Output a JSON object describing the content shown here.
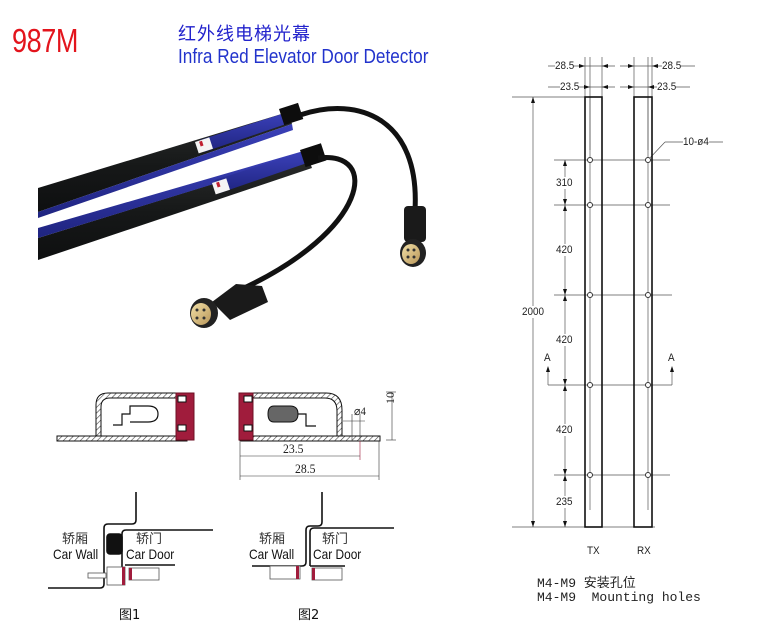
{
  "header": {
    "model": "987M",
    "title_cn": "红外线电梯光幕",
    "title_en": "Infra Red Elevator Door Detector"
  },
  "colors": {
    "model_red": "#e3141c",
    "title_blue": "#2233cc",
    "profile_crimson": "#a01c3c",
    "bar_blue": "#2a2f9e",
    "bar_black": "#1d1f1f"
  },
  "product_photo": {
    "description": "Two black/blue light curtain bars with cables and round DIN connectors"
  },
  "cross_sections": {
    "left": {
      "shape": "profile-facing-right"
    },
    "right": {
      "diameter_label": "⌀4",
      "height_label": "10",
      "width_inner_label": "23.5",
      "width_outer_label": "28.5"
    }
  },
  "installation": {
    "fig1": {
      "car_wall_cn": "轿厢",
      "car_wall_en": "Car Wall",
      "car_door_cn": "轿门",
      "car_door_en": "Car Door",
      "caption": "图1"
    },
    "fig2": {
      "car_wall_cn": "轿厢",
      "car_wall_en": "Car Wall",
      "car_door_cn": "轿门",
      "car_door_en": "Car Door",
      "caption": "图2"
    }
  },
  "drawing": {
    "top_dims": {
      "outer_left": "28.5",
      "inner_left": "23.5",
      "outer_right": "28.5",
      "inner_right": "23.5"
    },
    "holes_label": "10-ø4",
    "total_height": "2000",
    "segments": [
      "310",
      "420",
      "420",
      "420",
      "235"
    ],
    "section_marks": [
      "A",
      "A"
    ],
    "bar_labels": [
      "TX",
      "RX"
    ],
    "notes": [
      "M4-M9 安装孔位",
      "M4-M9  Mounting holes"
    ]
  }
}
